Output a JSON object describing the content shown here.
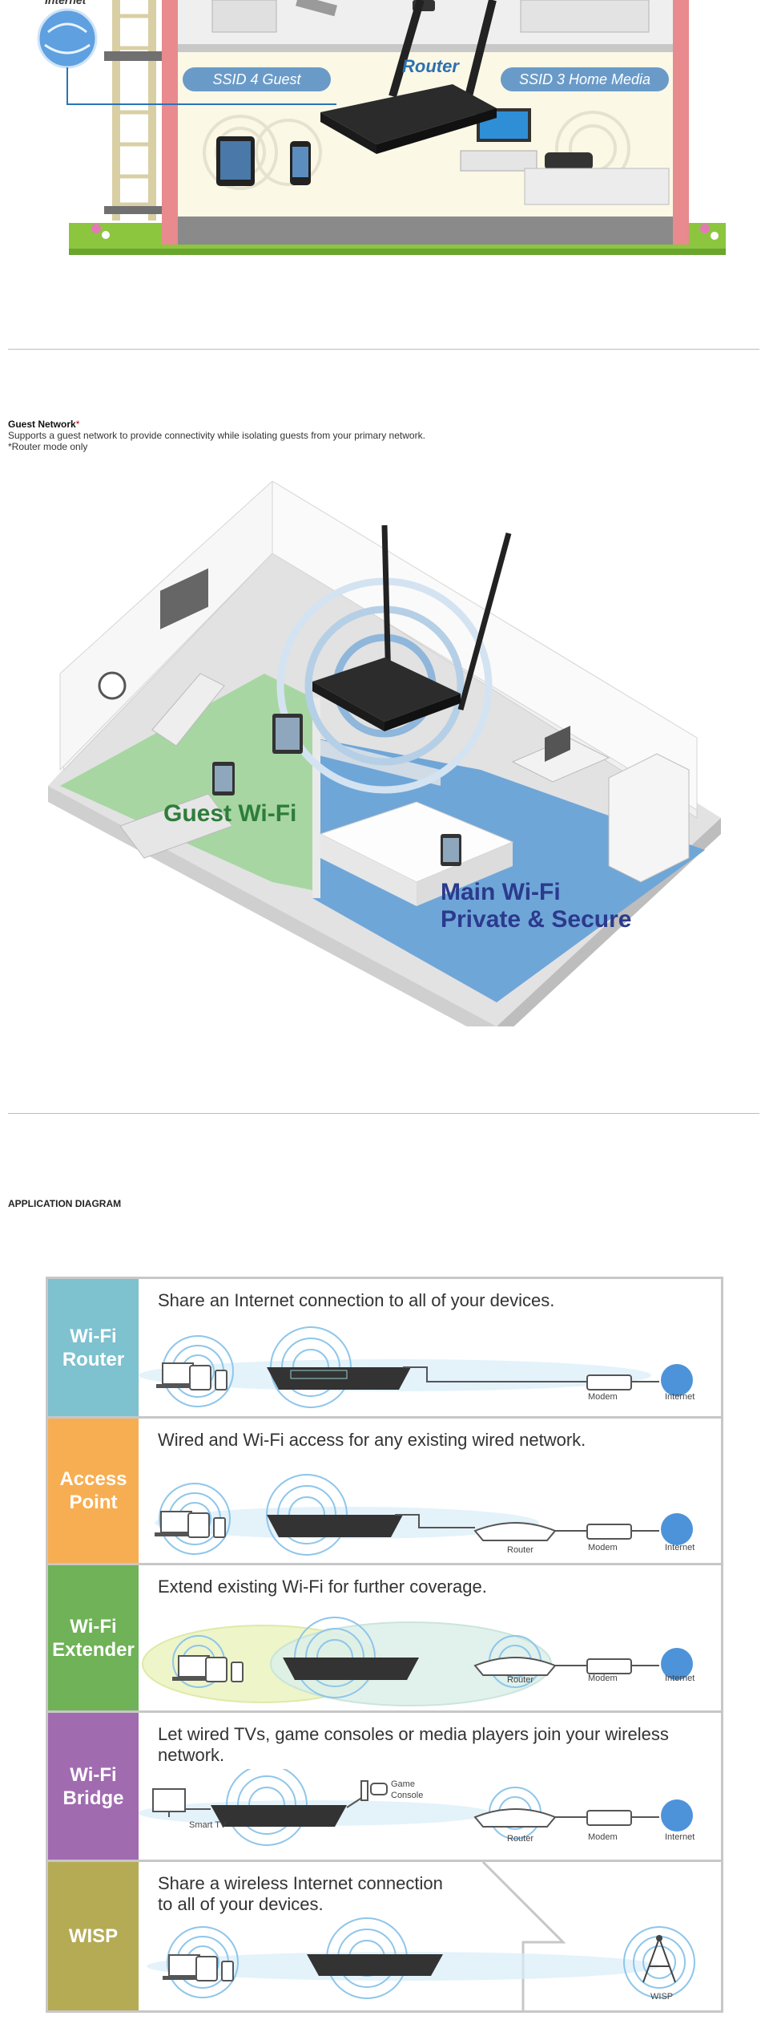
{
  "hero": {
    "internet_label": "Internet",
    "router_label": "Router",
    "ssid_guest": "SSID 4 Guest",
    "ssid_home": "SSID 3 Home Media"
  },
  "guest_section": {
    "title": "Guest Network",
    "asterisk": "*",
    "description": "Supports a guest network to provide connectivity while isolating guests from your primary network.",
    "note": "*Router mode only",
    "illustration": {
      "guest_label": "Guest Wi-Fi",
      "main_label_line1": "Main Wi-Fi",
      "main_label_line2": "Private & Secure"
    }
  },
  "application": {
    "title": "APPLICATION DIAGRAM",
    "rows": [
      {
        "tag_line1": "Wi-Fi",
        "tag_line2": "Router",
        "color": "#7ec1cf",
        "text": "Share an Internet connection to all of your devices.",
        "labels": [
          "Modem",
          "Internet"
        ]
      },
      {
        "tag_line1": "Access",
        "tag_line2": "Point",
        "color": "#f7ae52",
        "text": "Wired and Wi-Fi access for any existing wired network.",
        "labels": [
          "Router",
          "Modem",
          "Internet"
        ]
      },
      {
        "tag_line1": "Wi-Fi",
        "tag_line2": "Extender",
        "color": "#6fb257",
        "text": "Extend existing Wi-Fi for further coverage.",
        "labels": [
          "Router",
          "Modem",
          "Internet"
        ]
      },
      {
        "tag_line1": "Wi-Fi",
        "tag_line2": "Bridge",
        "color": "#a16bb0",
        "text": "Let wired TVs, game consoles or media players join your wireless network.",
        "labels": [
          "Smart TV",
          "Game Console",
          "Router",
          "Modem",
          "Internet"
        ]
      },
      {
        "tag_line1": "WISP",
        "tag_line2": "",
        "color": "#b5ab54",
        "text_line1": "Share a wireless Internet connection",
        "text_line2": "to all of your devices.",
        "labels": [
          "WISP"
        ]
      }
    ]
  },
  "icons": [
    "globe-icon",
    "router-icon",
    "laptop-icon",
    "tablet-icon",
    "phone-icon",
    "modem-icon",
    "tv-icon",
    "gamepad-icon",
    "tower-icon",
    "wifi-waves-icon"
  ]
}
